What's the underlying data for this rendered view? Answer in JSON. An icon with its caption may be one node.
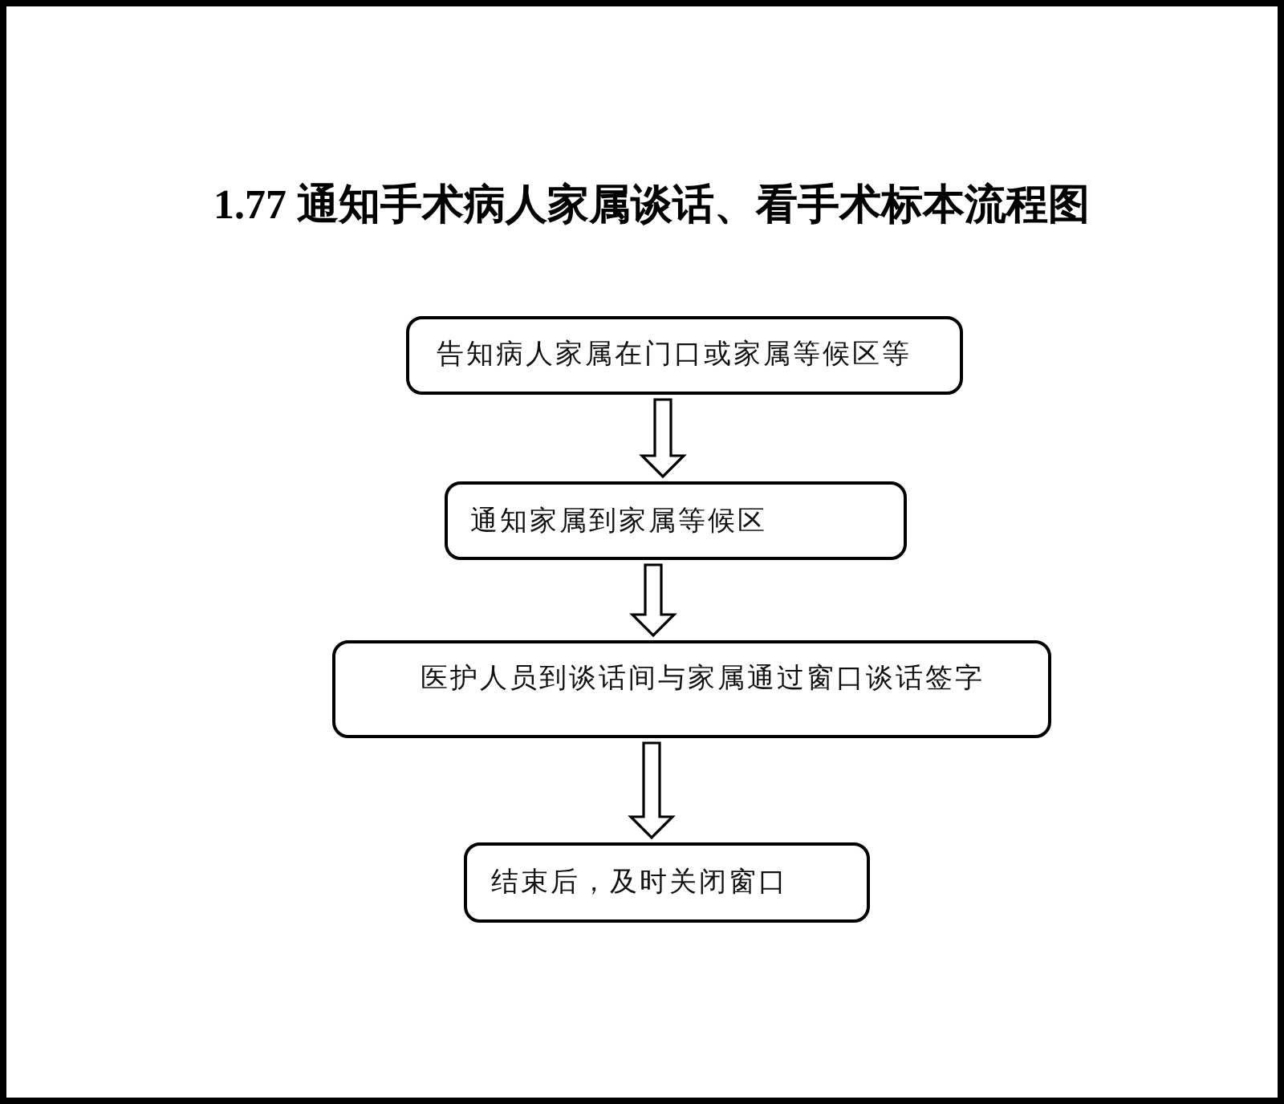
{
  "diagram": {
    "title": "1.77 通知手术病人家属谈话、看手术标本流程图",
    "nodes": [
      {
        "text": [
          "告知病人家属在门口或家属等候区等"
        ]
      },
      {
        "text": [
          "通知家属到家属等候区"
        ]
      },
      {
        "text": [
          "医护人员到谈话间与家属通过窗口谈话签字"
        ]
      },
      {
        "text": [
          "结束后，及时关闭窗口"
        ]
      }
    ],
    "edges": [
      {
        "from": 0,
        "to": 1,
        "arrow": "to"
      },
      {
        "from": 1,
        "to": 2,
        "arrow": "to"
      },
      {
        "from": 2,
        "to": 3,
        "arrow": "to"
      }
    ]
  }
}
